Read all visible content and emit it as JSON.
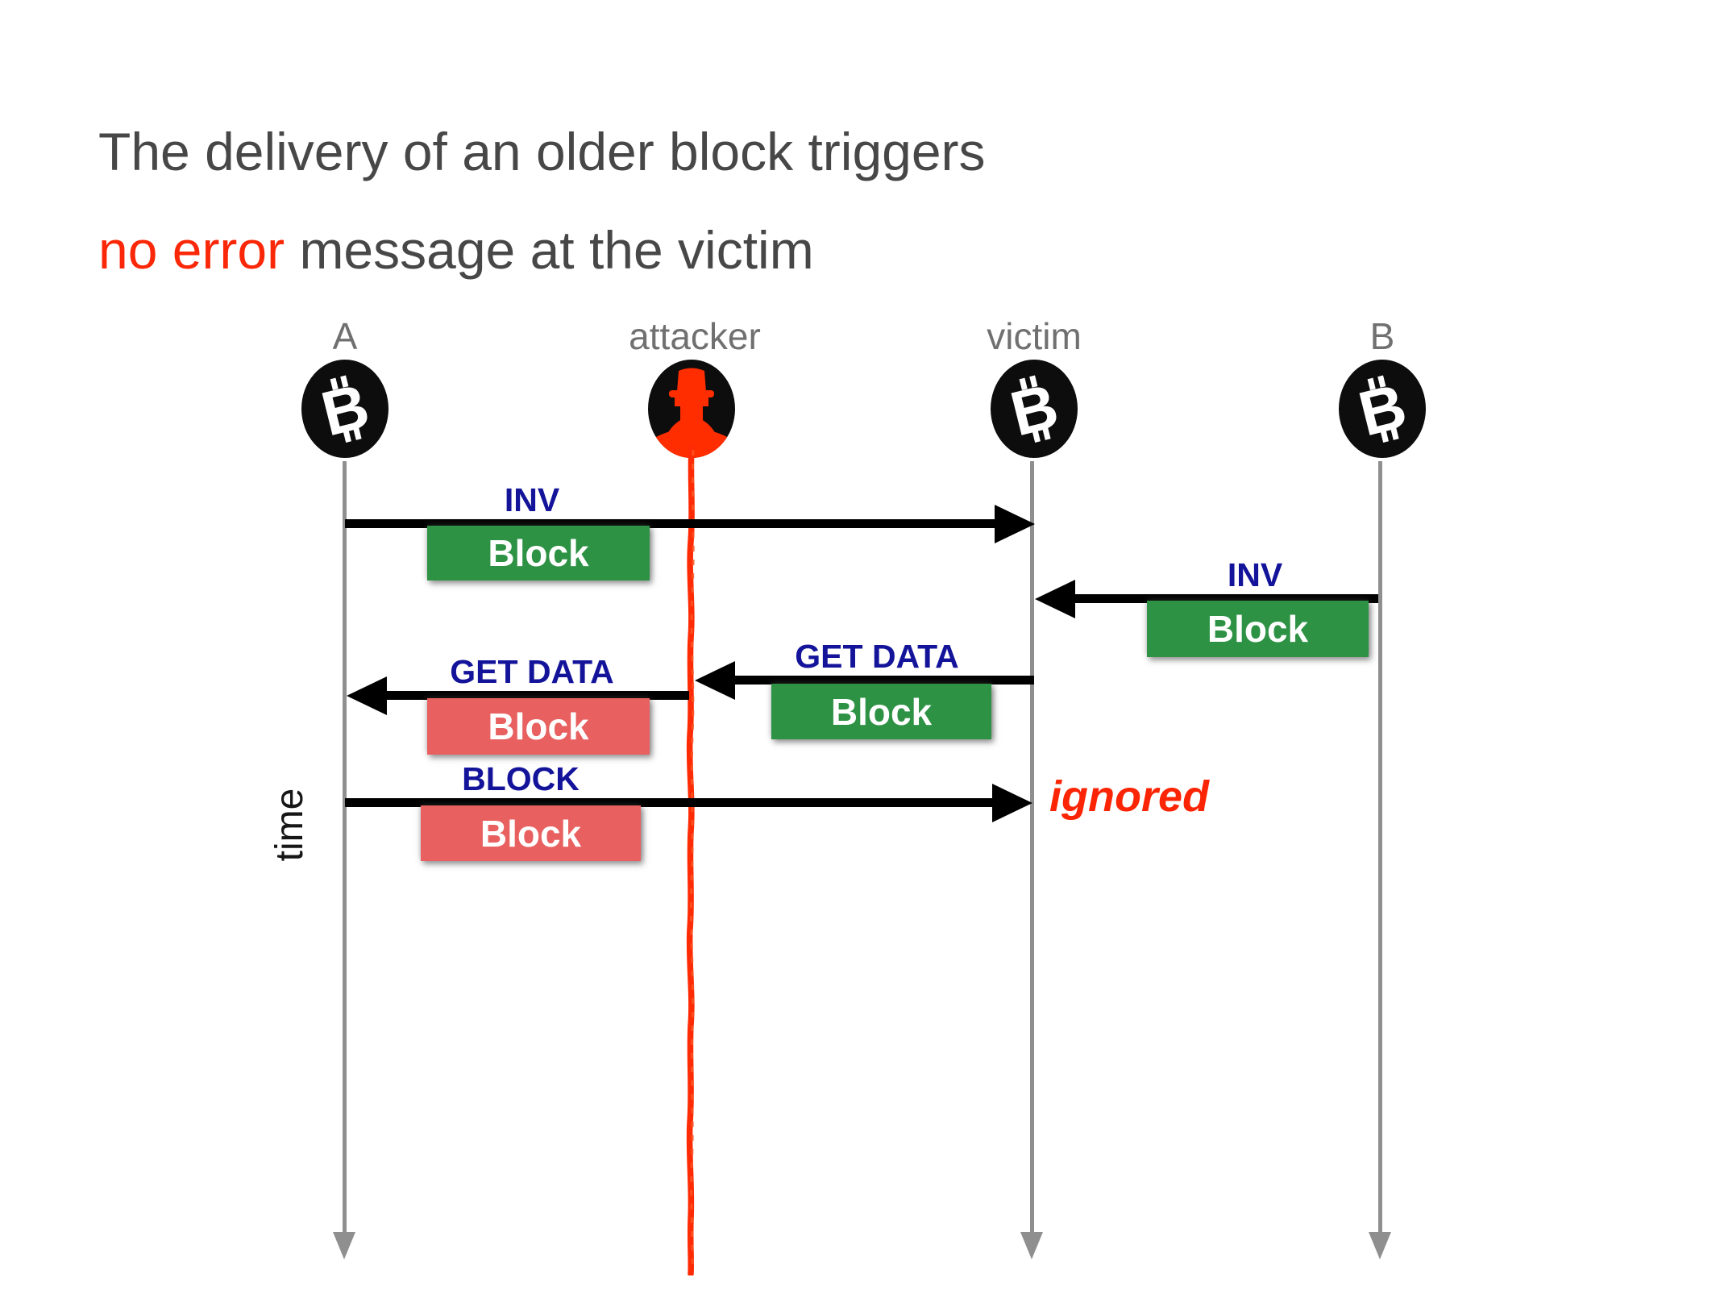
{
  "title": {
    "line1": "The delivery of an older block triggers",
    "line2_highlight": "no error",
    "line2_rest": " message at the victim"
  },
  "actors": [
    {
      "label": "A",
      "icon": "bitcoin-icon"
    },
    {
      "label": "attacker",
      "icon": "attacker-spy-icon"
    },
    {
      "label": "victim",
      "icon": "bitcoin-icon"
    },
    {
      "label": "B",
      "icon": "bitcoin-icon"
    }
  ],
  "axis": {
    "time_label": "time"
  },
  "messages": [
    {
      "label": "INV",
      "payload": "Block",
      "payload_style": "green",
      "from": "A",
      "to": "victim"
    },
    {
      "label": "INV",
      "payload": "Block",
      "payload_style": "green",
      "from": "B",
      "to": "victim"
    },
    {
      "label": "GET DATA",
      "payload": "Block",
      "payload_style": "green",
      "from": "victim",
      "to": "attacker"
    },
    {
      "label": "GET DATA",
      "payload": "Block",
      "payload_style": "red",
      "from": "attacker",
      "to": "A"
    },
    {
      "label": "BLOCK",
      "payload": "Block",
      "payload_style": "red",
      "from": "A",
      "to": "victim",
      "annotation": "ignored"
    }
  ],
  "colors": {
    "title_gray": "#474747",
    "highlight_red": "#fa2808",
    "message_label_navy": "#14149b",
    "payload_green": "#2e9245",
    "payload_red": "#e86060",
    "attacker_red": "#ff2d00",
    "lifeline_gray": "#8f8f8f",
    "actor_label_gray": "#707070",
    "arrow_black": "#000000"
  }
}
